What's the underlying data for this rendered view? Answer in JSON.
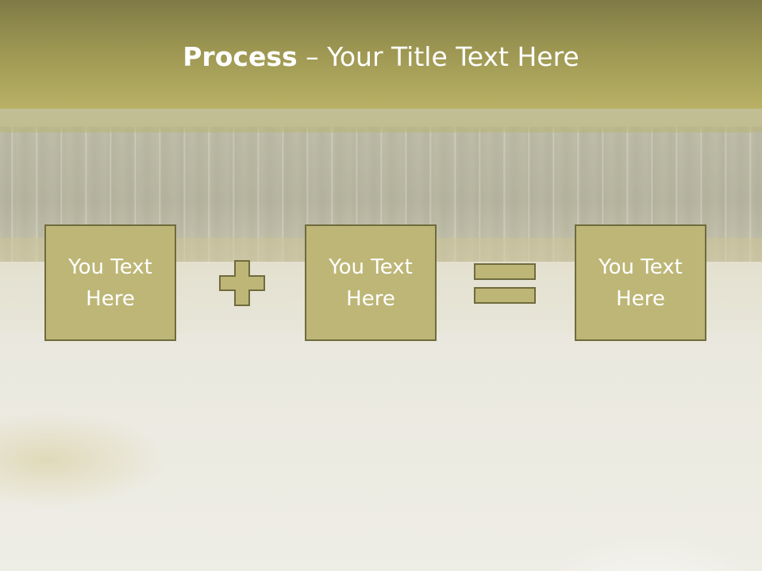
{
  "slide": {
    "title_bold": "Process",
    "title_rest": " – Your Title Text Here"
  },
  "process": {
    "boxes": [
      {
        "text": "You Text\nHere"
      },
      {
        "text": "You Text\nHere"
      },
      {
        "text": "You Text\nHere"
      }
    ],
    "operators": [
      "plus-icon",
      "equals-icon"
    ]
  },
  "colors": {
    "accent": "#bdb677",
    "border": "#6f6b3d",
    "title_band": "#9c9652",
    "text": "#ffffff"
  }
}
